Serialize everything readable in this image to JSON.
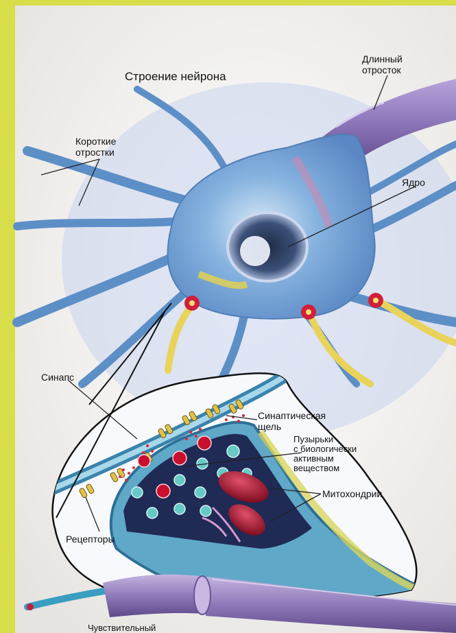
{
  "title": "Строение нейрона",
  "labels": {
    "long_process": "Длинный\nотросток",
    "short_processes": "Короткие\nотростки",
    "nucleus": "Ядро",
    "synapse": "Синапс",
    "synaptic_cleft": "Синаптическая\nщель",
    "vesicles": "Пузырьки\nс биологически\nактивным\nвеществом",
    "mitochondria": "Митохондрии",
    "receptors": "Рецепторы",
    "sensory": "Чувствительный"
  },
  "colors": {
    "border": "#d8dd4a",
    "cytoplasm": "#6fa8dc",
    "membrane": "#2f6f96",
    "vesicle_red": "#c8102e",
    "vesicle_teal": "#66c9c6",
    "axon": "#8a74b8",
    "dendrite_yellow": "#e9d35a"
  }
}
